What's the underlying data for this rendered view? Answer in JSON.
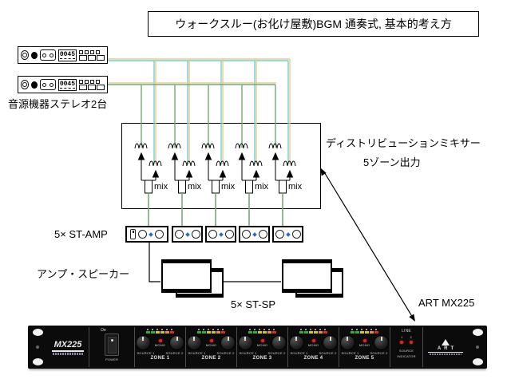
{
  "title": "ウォークスルー(お化け屋敷)BGM 通奏式, 基本的考え方",
  "sources": {
    "label": "音源機器ステレオ2台",
    "counter": "0045"
  },
  "mixer": {
    "label_line1": "ディストリビューションミキサー",
    "label_line2": "5ゾーン出力",
    "mix_label": "mix"
  },
  "amps": {
    "label": "5× ST-AMP"
  },
  "speakers": {
    "section_label": "アンプ・スピーカー",
    "count_label": "5× ST-SP"
  },
  "rack_pointer": {
    "label": "ART MX225"
  },
  "rack": {
    "model": "MX225",
    "power_on": "On",
    "power_label": "POWER",
    "zones": [
      {
        "name": "ZONE 1",
        "source1": "SOURCE 1",
        "source2": "SOURCE 2",
        "mono": "MONO"
      },
      {
        "name": "ZONE 2",
        "source1": "SOURCE 1",
        "source2": "SOURCE 2",
        "mono": "MONO"
      },
      {
        "name": "ZONE 3",
        "source1": "SOURCE 1",
        "source2": "SOURCE 2",
        "mono": "MONO"
      },
      {
        "name": "ZONE 4",
        "source1": "SOURCE 1",
        "source2": "SOURCE 2",
        "mono": "MONO"
      },
      {
        "name": "ZONE 5",
        "source1": "SOURCE 1",
        "source2": "SOURCE 2",
        "mono": "MONO"
      }
    ],
    "line_label": "LINE",
    "led1": "1",
    "led2": "2",
    "indicator_line1": "SOURCE",
    "indicator_line2": "INDICATOR",
    "brand": "ART"
  },
  "colors": {
    "wire_green": "#74a878",
    "wire_cyan": "#6fcfd6",
    "wire_orange": "#ecc890",
    "led_green": "#3aa83a",
    "led_yellow": "#cfc32e",
    "led_orange": "#e0922e",
    "led_red": "#cc3325",
    "mono_red": "#d92b1e",
    "amp_dot_blue": "#2b6bc4",
    "rack_black": "#0b0b0b"
  }
}
